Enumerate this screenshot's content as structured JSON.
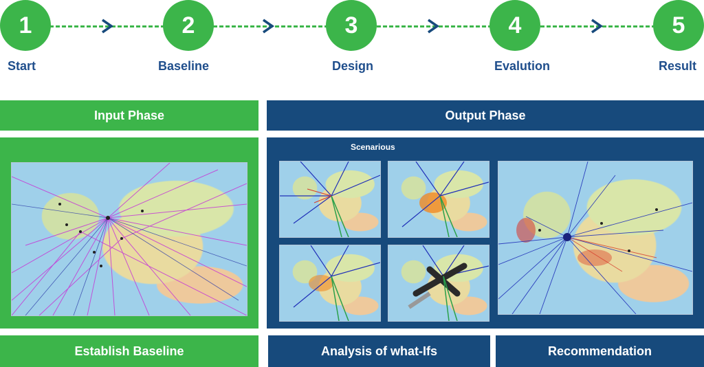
{
  "steps": [
    {
      "number": "1",
      "label": "Start"
    },
    {
      "number": "2",
      "label": "Baseline"
    },
    {
      "number": "3",
      "label": "Design"
    },
    {
      "number": "4",
      "label": "Evalution"
    },
    {
      "number": "5",
      "label": "Result"
    }
  ],
  "phases": {
    "input": "Input Phase",
    "output": "Output Phase"
  },
  "output_panel": {
    "scenarios_label": "Scenarious"
  },
  "footer": {
    "baseline": "Establish Baseline",
    "analysis": "Analysis of what-Ifs",
    "recommendation": "Recommendation"
  },
  "colors": {
    "green": "#3cb54a",
    "navy": "#174a7c",
    "label_blue": "#1f4e8c"
  }
}
